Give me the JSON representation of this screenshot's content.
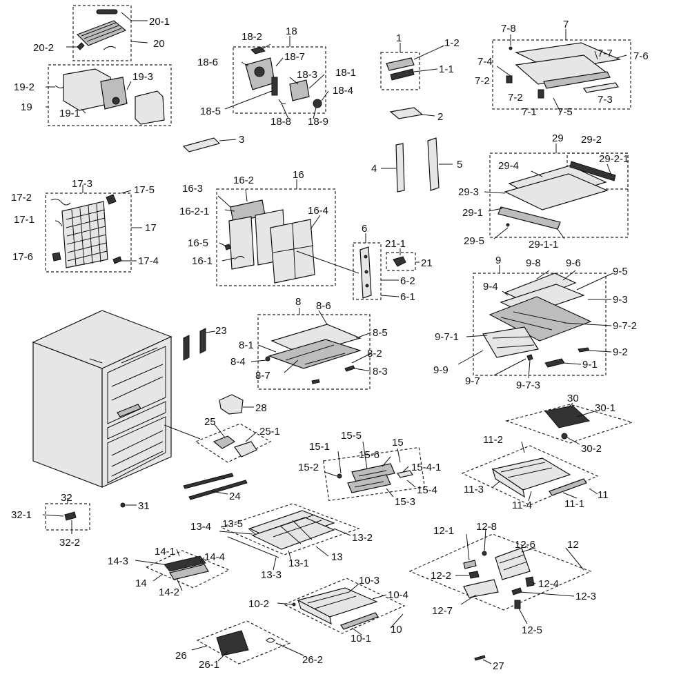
{
  "labels": {
    "l20_1": "20-1",
    "l20": "20",
    "l20_2": "20-2",
    "l19_3": "19-3",
    "l19_2": "19-2",
    "l19": "19",
    "l19_1": "19-1",
    "l18": "18",
    "l18_2": "18-2",
    "l18_6": "18-6",
    "l18_7": "18-7",
    "l18_3": "18-3",
    "l18_1": "18-1",
    "l18_4": "18-4",
    "l18_5": "18-5",
    "l18_8": "18-8",
    "l18_9": "18-9",
    "l1": "1",
    "l1_2": "1-2",
    "l1_1": "1-1",
    "l2": "2",
    "l7_8": "7-8",
    "l7": "7",
    "l7_7": "7-7",
    "l7_6": "7-6",
    "l7_4": "7-4",
    "l7_2a": "7-2",
    "l7_2b": "7-2",
    "l7_3": "7-3",
    "l7_1": "7-1",
    "l7_5": "7-5",
    "l3": "3",
    "l4": "4",
    "l5": "5",
    "l29": "29",
    "l29_2": "29-2",
    "l29_2_1": "29-2-1",
    "l29_4": "29-4",
    "l29_3": "29-3",
    "l29_1": "29-1",
    "l29_5": "29-5",
    "l29_1_1": "29-1-1",
    "l17_3": "17-3",
    "l17_5": "17-5",
    "l17_2": "17-2",
    "l17_1": "17-1",
    "l17": "17",
    "l17_6": "17-6",
    "l17_4": "17-4",
    "l16": "16",
    "l16_3": "16-3",
    "l16_2": "16-2",
    "l16_2_1": "16-2-1",
    "l16_4": "16-4",
    "l16_5": "16-5",
    "l16_1": "16-1",
    "l6": "6",
    "l21_1": "21-1",
    "l21": "21",
    "l6_2": "6-2",
    "l6_1": "6-1",
    "l9": "9",
    "l9_8": "9-8",
    "l9_6": "9-6",
    "l9_5": "9-5",
    "l9_4": "9-4",
    "l9_3": "9-3",
    "l9_7_2": "9-7-2",
    "l9_7_1": "9-7-1",
    "l9_2": "9-2",
    "l9_1": "9-1",
    "l9_9": "9-9",
    "l9_7": "9-7",
    "l9_7_3": "9-7-3",
    "l8": "8",
    "l8_6": "8-6",
    "l8_5": "8-5",
    "l8_1": "8-1",
    "l8_4": "8-4",
    "l8_2": "8-2",
    "l8_7": "8-7",
    "l8_3": "8-3",
    "l23": "23",
    "l28": "28",
    "l25": "25",
    "l25_1": "25-1",
    "l30": "30",
    "l30_1": "30-1",
    "l30_2": "30-2",
    "l15": "15",
    "l15_5": "15-5",
    "l15_1": "15-1",
    "l15_6": "15-6",
    "l15_2": "15-2",
    "l15_4_1": "15-4-1",
    "l15_4": "15-4",
    "l15_3": "15-3",
    "l11_2": "11-2",
    "l11_3": "11-3",
    "l11": "11",
    "l11_4": "11-4",
    "l11_1": "11-1",
    "l24": "24",
    "l31": "31",
    "l32": "32",
    "l32_1": "32-1",
    "l32_2": "32-2",
    "l13_4": "13-4",
    "l13_5": "13-5",
    "l13_2": "13-2",
    "l13": "13",
    "l13_1": "13-1",
    "l13_3": "13-3",
    "l14_1": "14-1",
    "l14_3": "14-3",
    "l14_4": "14-4",
    "l14": "14",
    "l14_2": "14-2",
    "l12_1": "12-1",
    "l12_8": "12-8",
    "l12_6": "12-6",
    "l12": "12",
    "l12_2": "12-2",
    "l12_4": "12-4",
    "l12_3": "12-3",
    "l12_7": "12-7",
    "l12_5": "12-5",
    "l10_3": "10-3",
    "l10_4": "10-4",
    "l10_2": "10-2",
    "l10": "10",
    "l10_1": "10-1",
    "l26": "26",
    "l26_1": "26-1",
    "l26_2": "26-2",
    "l27": "27"
  }
}
